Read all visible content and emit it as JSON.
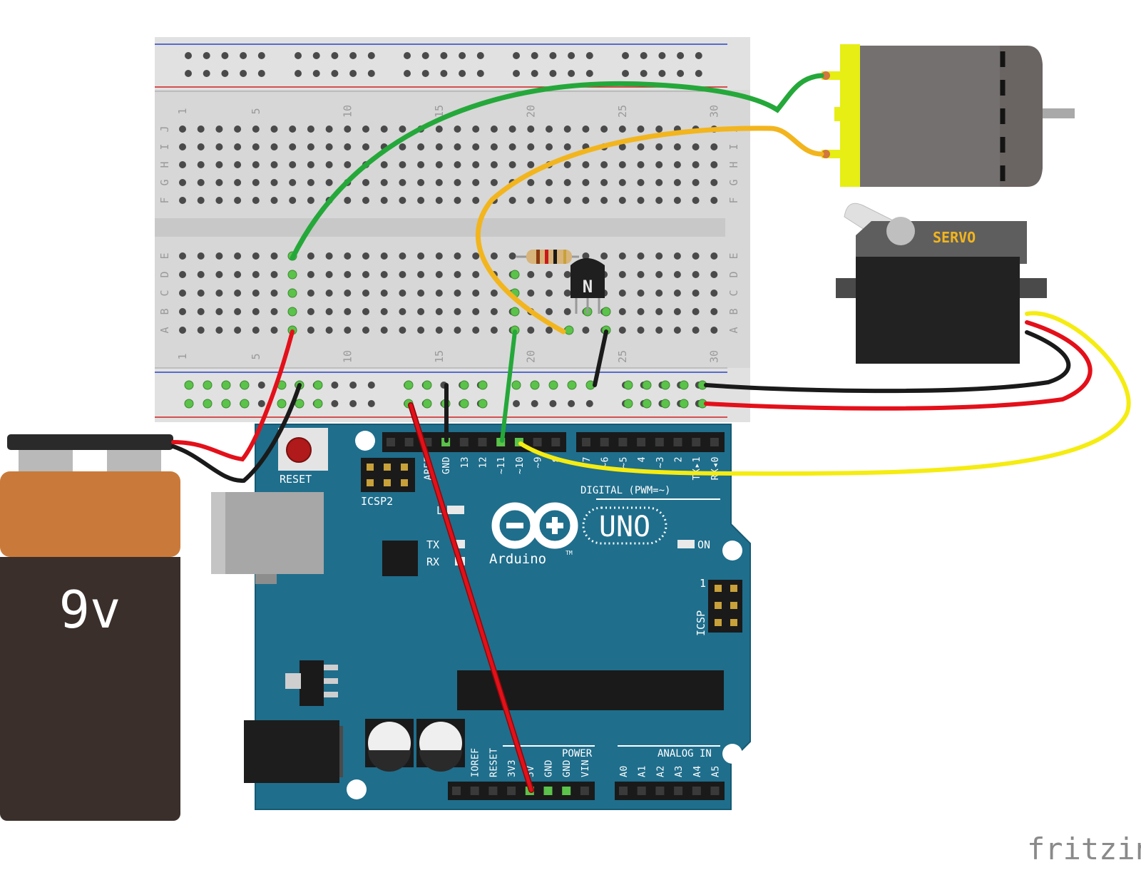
{
  "battery": {
    "label": "9v"
  },
  "breadboard": {
    "col_numbers": [
      "1",
      "5",
      "10",
      "15",
      "20",
      "25",
      "30"
    ],
    "row_letters_top": [
      "J",
      "I",
      "H",
      "G",
      "F"
    ],
    "row_letters_bottom": [
      "E",
      "D",
      "C",
      "B",
      "A"
    ]
  },
  "arduino": {
    "logo_text": "Arduino",
    "trademark": "TM",
    "model": "UNO",
    "reset_label": "RESET",
    "icsp2_label": "ICSP2",
    "icsp_label": "ICSP",
    "icsp_pin1": "1",
    "digital_label": "DIGITAL (PWM=~)",
    "power_label": "POWER",
    "analog_label": "ANALOG IN",
    "led_l": "L",
    "led_tx": "TX",
    "led_rx": "RX",
    "led_on": "ON",
    "digital_pins": [
      "AREF",
      "GND",
      "13",
      "12",
      "~11",
      "~10",
      "~9",
      "8",
      "7",
      "~6",
      "~5",
      "4",
      "~3",
      "2",
      "TX▸1",
      "RX◂0"
    ],
    "power_pins": [
      "IOREF",
      "RESET",
      "3V3",
      "5V",
      "GND",
      "GND",
      "VIN"
    ],
    "analog_pins": [
      "A0",
      "A1",
      "A2",
      "A3",
      "A4",
      "A5"
    ]
  },
  "transistor": {
    "label": "N"
  },
  "servo": {
    "label": "SERVO"
  },
  "watermark": "fritzing",
  "colors": {
    "board": "#1f6e8c",
    "wire_green": "#25a83a",
    "wire_yellow_orange": "#f2b51e",
    "wire_yellow": "#f5ec12",
    "wire_red": "#e3101a",
    "wire_black": "#1a1a1a",
    "battery_top": "#c97a3a",
    "battery_body": "#3a2f2a",
    "motor_body": "#6a6462",
    "motor_bracket": "#e6ee14"
  }
}
